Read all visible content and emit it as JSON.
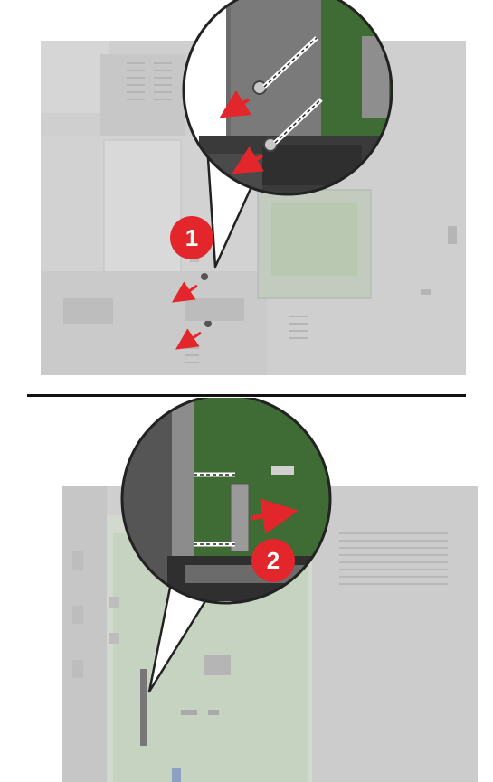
{
  "steps": [
    {
      "number": "1",
      "action": "remove-screws"
    },
    {
      "number": "2",
      "action": "slide-bracket-out"
    }
  ],
  "colors": {
    "printer_body": "#cfcfcf",
    "printer_shadow": "#bdbdbd",
    "callout_dark": "#4b4b4b",
    "board_green": "#3f6b34",
    "board_green_faded": "#b9c8b1",
    "arrow_red": "#e3262b",
    "badge_red": "#e3262b",
    "badge_text": "#ffffff",
    "divider": "#111111"
  }
}
